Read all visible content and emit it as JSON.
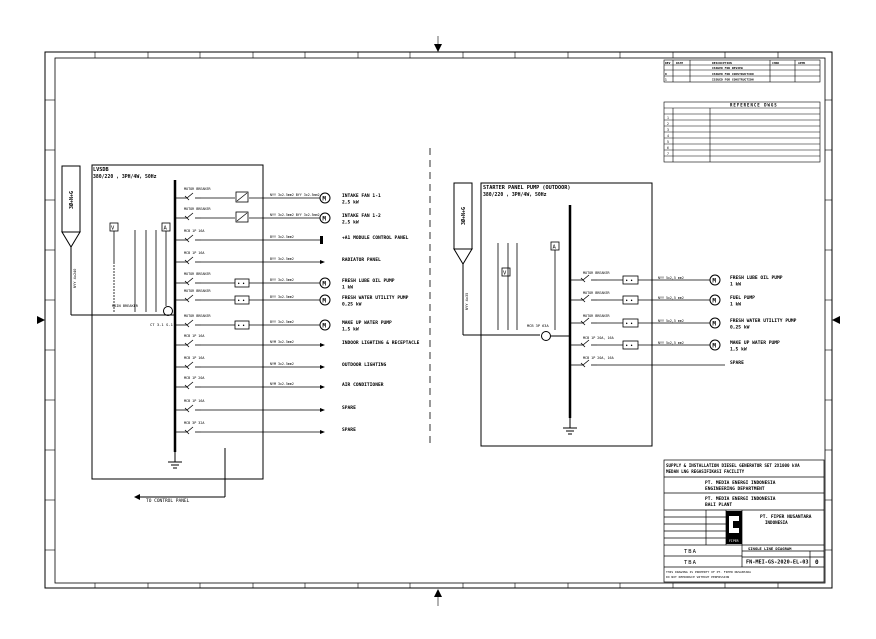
{
  "panel_left": {
    "title": "LVSDB",
    "spec": "380/220 , 3PH/4W, 50Hz",
    "feed_label": "3Ø+N+G",
    "meter_v": "V",
    "meter_a": "A",
    "ct_label": "CT 3-1 S-1",
    "main_breaker": "MAIN BREAKER",
    "feeder_cable": "NYY 4x240",
    "to_control_panel": "TO CONTROL PANEL",
    "feeders": [
      {
        "breaker": "MOTOR BREAKER",
        "cable": "NYY 3x2.5mm2 BYY 3x2.5mm2",
        "desc": "INTAKE FAN 1-1",
        "rating": "2,5 kW"
      },
      {
        "breaker": "MOTOR BREAKER",
        "cable": "NYY 3x2.5mm2 BYY 3x2.5mm2",
        "desc": "INTAKE FAN 1-2",
        "rating": "2,5 kW"
      },
      {
        "breaker": "MCB 1P 16A",
        "cable": "BYY 3x2.5mm2",
        "desc": "+A1 MODULE CONTROL PANEL",
        "rating": ""
      },
      {
        "breaker": "MCB 1P 16A",
        "cable": "BYY 3x2.5mm2",
        "desc": "RADIATOR PANEL",
        "rating": ""
      },
      {
        "breaker": "MOTOR BREAKER",
        "cable": "BYY 3x2.5mm2",
        "desc": "FRESH LUBE OIL PUMP",
        "rating": "1 kW"
      },
      {
        "breaker": "MOTOR BREAKER",
        "cable": "BYY 3x2.5mm2",
        "desc": "FRESH WATER UTILITY PUMP",
        "rating": "0,25 kW"
      },
      {
        "breaker": "MOTOR BREAKER",
        "cable": "BYY 3x2.5mm2",
        "desc": "MAKE UP WATER PUMP",
        "rating": "1,5 kW"
      },
      {
        "breaker": "MCB 1P 16A",
        "cable": "NYM 3x2.5mm2",
        "desc": "INDOOR LIGHTING & RECEPTACLE",
        "rating": ""
      },
      {
        "breaker": "MCB 1P 16A",
        "cable": "NYM 3x2.5mm2",
        "desc": "OUTDOOR LIGHTING",
        "rating": ""
      },
      {
        "breaker": "MCB 1P 20A",
        "cable": "NYM 3x2.5mm2",
        "desc": "AIR CONDITIONER",
        "rating": ""
      },
      {
        "breaker": "MCB 1P 16A",
        "cable": "",
        "desc": "SPARE",
        "rating": ""
      },
      {
        "breaker": "MCB 3P 32A",
        "cable": "",
        "desc": "SPARE",
        "rating": ""
      }
    ]
  },
  "panel_right": {
    "title": "STARTER PANEL PUMP (OUTDOOR)",
    "spec": "380/220 , 3PH/4W, 50Hz",
    "feed_label": "3Ø+N+G",
    "meter_v": "V",
    "meter_a": "A",
    "feeder_cable": "NYY 4x35",
    "main_breaker": "MCB 3P 63A",
    "feeders": [
      {
        "breaker": "MOTOR BREAKER",
        "cable": "NYY 5x2,5 mm2",
        "desc": "FRESH LUBE OIL PUMP",
        "rating": "1 kW"
      },
      {
        "breaker": "MOTOR BREAKER",
        "cable": "NYY 5x2,5 mm2",
        "desc": "FUEL PUMP",
        "rating": "1 kW"
      },
      {
        "breaker": "MOTOR BREAKER",
        "cable": "NYY 5x2,5 mm2",
        "desc": "FRESH WATER UTILITY PUMP",
        "rating": "0,25 kW"
      },
      {
        "breaker": "MCB 1P 20A, 16A",
        "cable": "NYY 5x2,5 mm2",
        "desc": "MAKE UP WATER PUMP",
        "rating": "1,5 kW"
      },
      {
        "breaker": "MCB 1P 20A, 16A",
        "cable": "",
        "desc": "SPARE",
        "rating": ""
      }
    ]
  },
  "title_block": {
    "project": "SUPPLY & INSTALLATION DIESEL GENERATOR SET 2X1000 kVA",
    "project2": "MEDAN LNG REGASIFIKASI FACILITY",
    "client1": "PT. MEDIA ENERGI INDONESIA",
    "client1b": "ENGINEERING DEPARTMENT",
    "client2": "PT. MEDIA ENERGI INDONESIA",
    "client2b": "BALI PLANT",
    "contractor": "PT. FIPER NUSANTARA",
    "contractor2": "INDONESIA",
    "logo_text": "FIPER",
    "drawing_title": "SINGLE LINE DIAGRAM",
    "drawing_no": "FN-MEI-GS-2020-EL-03",
    "rev": "0",
    "tba1": "TBA",
    "tba2": "TBA",
    "footer1": "THIS DRAWING IS PROPERTY OF PT. FIPER NUSANTARA",
    "footer2": "DO NOT REPRODUCE WITHOUT PERMISSION"
  },
  "revision_table": {
    "headers": [
      "REV",
      "DATE",
      "DESCRIPTION",
      "CHKD",
      "APPR"
    ],
    "rows": [
      [
        "",
        "",
        "ISSUED FOR REVIEW",
        "",
        ""
      ],
      [
        "0",
        "",
        "ISSUED FOR CONSTRUCTION",
        "",
        ""
      ],
      [
        "1",
        "",
        "ISSUED FOR CONSTRUCTION",
        "",
        ""
      ]
    ]
  },
  "reference_table": {
    "title": "REFERENCE DWGS",
    "rows": [
      "1",
      "2",
      "3",
      "4",
      "5",
      "6",
      "7"
    ]
  }
}
